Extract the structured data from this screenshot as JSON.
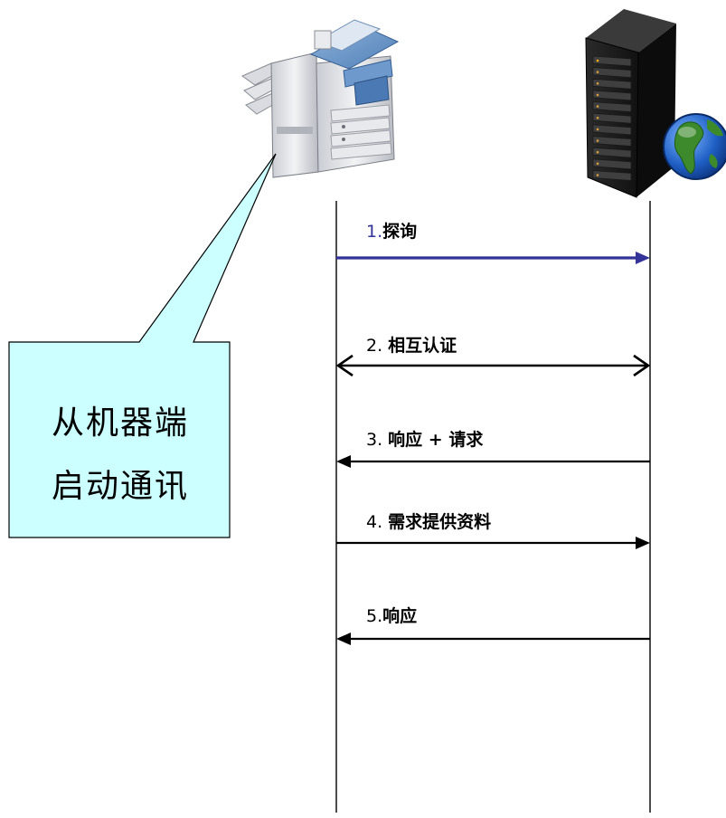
{
  "callout": {
    "line1": "从机器端",
    "line2": "启动通讯",
    "fill_color": "#ccffff"
  },
  "participants": [
    {
      "name": "multifunction-printer",
      "icon": "printer-icon"
    },
    {
      "name": "server",
      "icon": "server-globe-icon"
    }
  ],
  "messages": [
    {
      "num": "1.",
      "text": "探询",
      "direction": "right",
      "color": "#333399",
      "num_color": "#333399"
    },
    {
      "num": "2. ",
      "text": "相互认证",
      "direction": "both",
      "color": "#000000",
      "num_color": "#000000"
    },
    {
      "num": "3. ",
      "text": "响应 + 请求",
      "direction": "left",
      "color": "#000000",
      "num_color": "#000000"
    },
    {
      "num": "4. ",
      "text": "需求提供资料",
      "direction": "right",
      "color": "#000000",
      "num_color": "#000000"
    },
    {
      "num": "5.",
      "text": "响应",
      "direction": "left",
      "color": "#000000",
      "num_color": "#000000"
    }
  ]
}
